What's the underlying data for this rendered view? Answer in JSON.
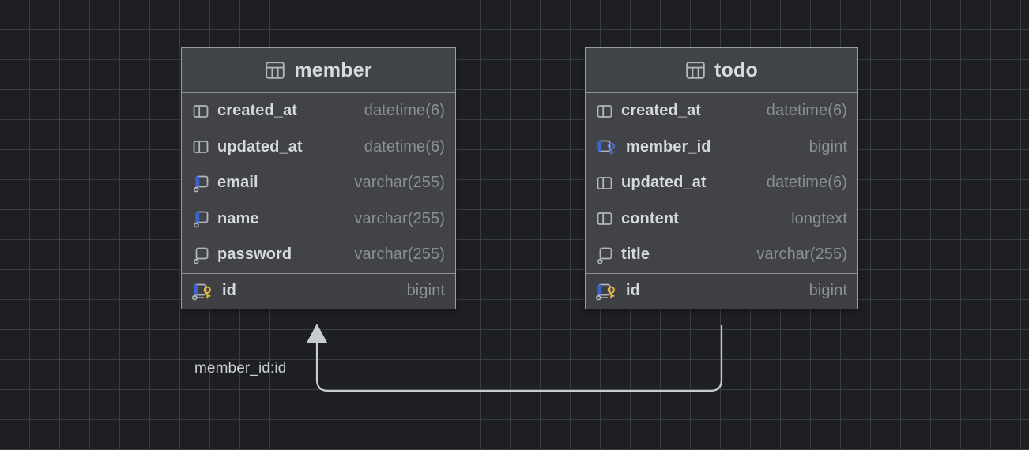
{
  "canvas": {
    "background_color": "#1d1f23",
    "grid_color": "#3a3d41",
    "grid_size": 38
  },
  "theme": {
    "table_border": "#9a9ea3",
    "table_body_bg": "#414347",
    "table_header_bg": "#404347",
    "pk_row_bg": "#3e4044",
    "column_name_color": "#d5d8dc",
    "column_type_color": "#8c9095",
    "title_color": "#d7dade",
    "key_pk_color": "#e8b73a",
    "key_fk_color": "#4a76d6",
    "index_bar_color": "#3a63cc",
    "connector_color": "#c8cbcf"
  },
  "tables": [
    {
      "name": "member",
      "header_icon": "table-icon",
      "columns": [
        {
          "name": "created_at",
          "type": "datetime(6)",
          "icon": "column-icon"
        },
        {
          "name": "updated_at",
          "type": "datetime(6)",
          "icon": "column-icon"
        },
        {
          "name": "email",
          "type": "varchar(255)",
          "icon": "unique-index-icon"
        },
        {
          "name": "name",
          "type": "varchar(255)",
          "icon": "unique-index-icon"
        },
        {
          "name": "password",
          "type": "varchar(255)",
          "icon": "index-icon"
        },
        {
          "name": "id",
          "type": "bigint",
          "icon": "primary-key-icon",
          "primary_key": true
        }
      ]
    },
    {
      "name": "todo",
      "header_icon": "table-icon",
      "columns": [
        {
          "name": "created_at",
          "type": "datetime(6)",
          "icon": "column-icon"
        },
        {
          "name": "member_id",
          "type": "bigint",
          "icon": "foreign-key-icon"
        },
        {
          "name": "updated_at",
          "type": "datetime(6)",
          "icon": "column-icon"
        },
        {
          "name": "content",
          "type": "longtext",
          "icon": "column-icon"
        },
        {
          "name": "title",
          "type": "varchar(255)",
          "icon": "index-icon"
        },
        {
          "name": "id",
          "type": "bigint",
          "icon": "primary-key-icon",
          "primary_key": true
        }
      ]
    }
  ],
  "relationship": {
    "label": "member_id:id",
    "from_table": "todo",
    "from_column": "id",
    "to_table": "member",
    "to_column": "id",
    "arrow": "arrowhead-up-icon"
  }
}
